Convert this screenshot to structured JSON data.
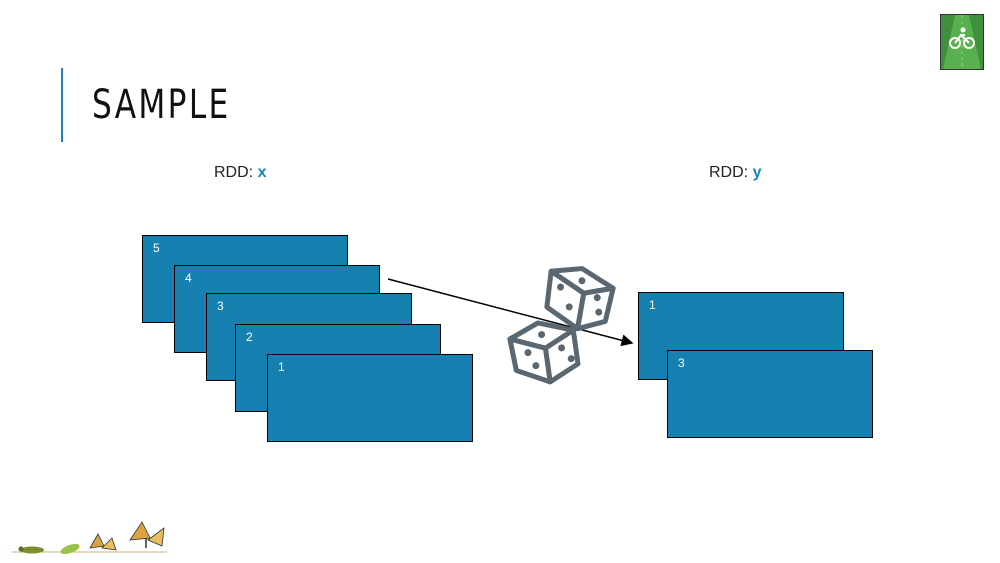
{
  "slide": {
    "title": "SAMPLE"
  },
  "rdd_x": {
    "prefix": "RDD:",
    "name": "x",
    "partitions": [
      "5",
      "4",
      "3",
      "2",
      "1"
    ]
  },
  "rdd_y": {
    "prefix": "RDD:",
    "name": "y",
    "partitions": [
      "1",
      "3"
    ]
  },
  "colors": {
    "accent": "#1a86b3",
    "partition_fill": "#1681b0",
    "dice": "#5a6770"
  },
  "icons": {
    "dice": "dice-icon",
    "logo": "bike-lane-logo-icon",
    "decoration": "butterfly-lifecycle-icon"
  }
}
